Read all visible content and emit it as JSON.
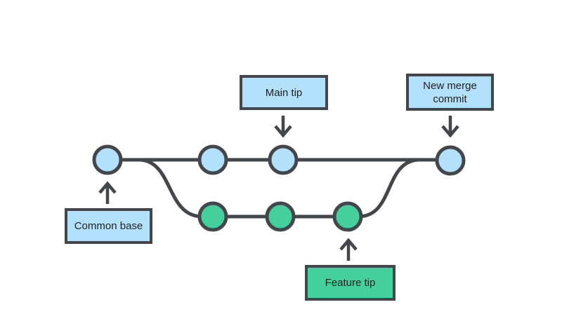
{
  "background_color": "#ffffff",
  "colors": {
    "stroke": "#43464b",
    "text": "#212121",
    "main_branch_node": "#b3e1fc",
    "feature_branch_node": "#45cf9d",
    "label_box_blue": "#b3e1fc",
    "label_box_green": "#45cf9d"
  },
  "graph": {
    "type": "git-branch-merge-diagram",
    "main_branch": {
      "commit_count": 4,
      "node_color": "#b3e1fc"
    },
    "feature_branch": {
      "commit_count": 3,
      "node_color": "#45cf9d"
    }
  },
  "annotations": [
    {
      "label": "Main tip",
      "box_color": "#b3e1fc",
      "arrow_direction": "down"
    },
    {
      "label": "New merge commit",
      "box_color": "#b3e1fc",
      "arrow_direction": "down"
    },
    {
      "label": "Common base",
      "box_color": "#b3e1fc",
      "arrow_direction": "up"
    },
    {
      "label": "Feature tip",
      "box_color": "#45cf9d",
      "arrow_direction": "up"
    }
  ]
}
